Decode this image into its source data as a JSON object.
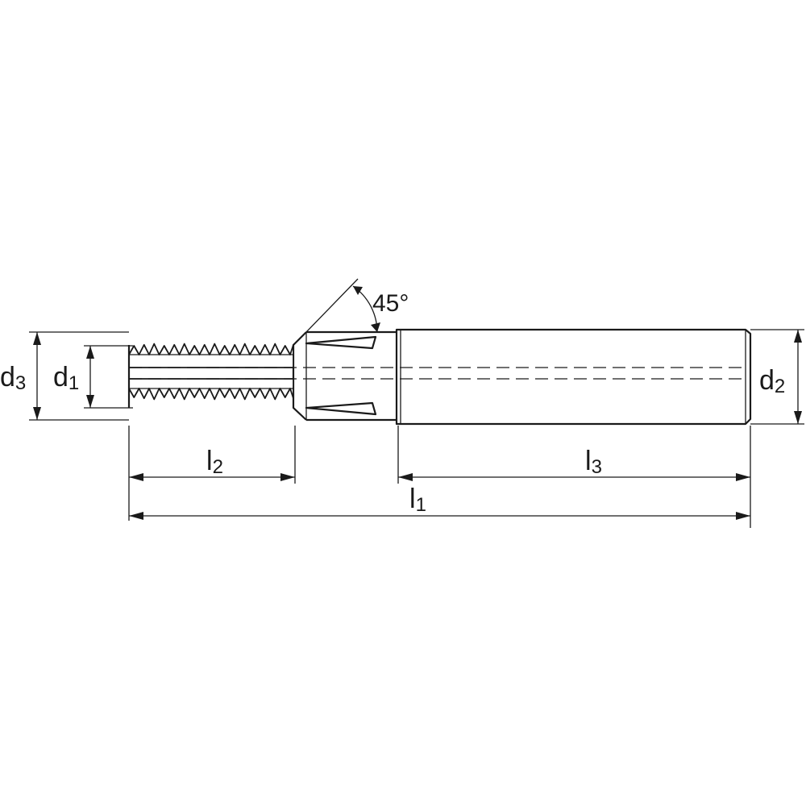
{
  "drawing": {
    "labels": {
      "d3": {
        "main": "d",
        "sub": "3"
      },
      "d1": {
        "main": "d",
        "sub": "1"
      },
      "d2": {
        "main": "d",
        "sub": "2"
      },
      "l2": {
        "main": "l",
        "sub": "2"
      },
      "l3": {
        "main": "l",
        "sub": "3"
      },
      "l1": {
        "main": "l",
        "sub": "1"
      },
      "angle": "45°"
    }
  }
}
